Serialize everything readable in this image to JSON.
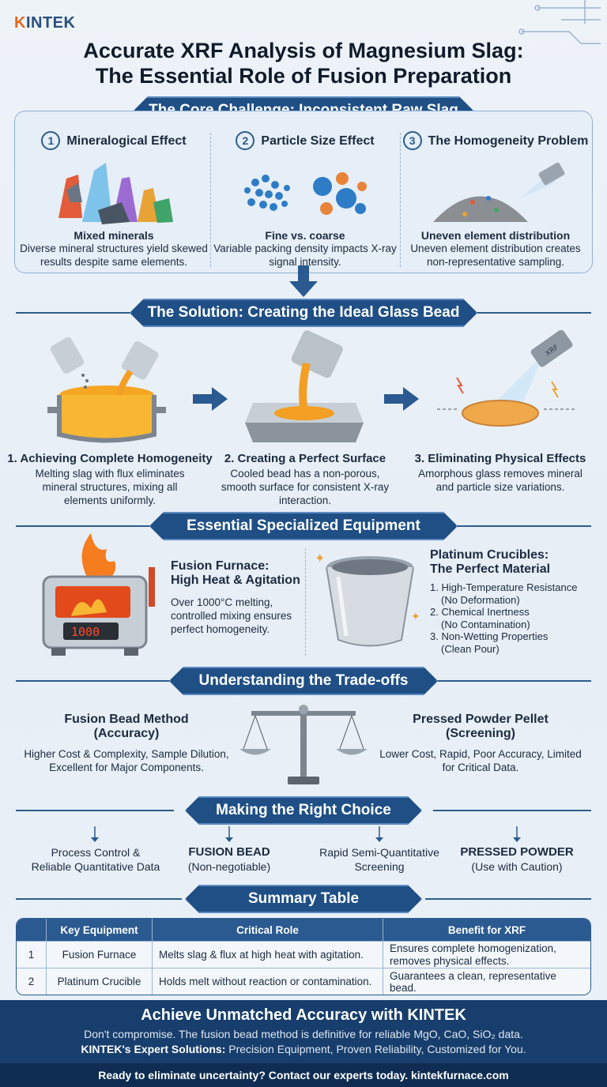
{
  "brand": {
    "logo": "KINTEK"
  },
  "title": {
    "line1": "Accurate XRF Analysis of Magnesium Slag:",
    "line2": "The Essential Role of Fusion Preparation"
  },
  "challenge": {
    "banner": "The Core Challenge: Inconsistent Raw Slag",
    "items": [
      {
        "num": "1",
        "title": "Mineralogical Effect",
        "sub": "Mixed minerals",
        "desc": "Diverse mineral structures yield skewed results despite same elements."
      },
      {
        "num": "2",
        "title": "Particle Size Effect",
        "sub": "Fine vs. coarse",
        "desc": "Variable packing density impacts X-ray signal intensity."
      },
      {
        "num": "3",
        "title": "The Homogeneity Problem",
        "sub": "Uneven element distribution",
        "desc": "Uneven element distribution creates non-representative sampling."
      }
    ]
  },
  "solution": {
    "banner": "The Solution: Creating the Ideal Glass Bead",
    "xrf_label": "XRF",
    "steps": [
      {
        "title": "1. Achieving Complete Homogeneity",
        "desc": "Melting slag with flux eliminates mineral structures, mixing all elements uniformly."
      },
      {
        "title": "2. Creating a Perfect Surface",
        "desc": "Cooled bead has a non-porous, smooth surface for consistent X-ray interaction."
      },
      {
        "title": "3. Eliminating Physical Effects",
        "desc": "Amorphous glass removes mineral and particle size variations."
      }
    ]
  },
  "equipment": {
    "banner": "Essential Specialized Equipment",
    "furnace": {
      "title_line1": "Fusion Furnace:",
      "title_line2": "High Heat & Agitation",
      "desc": "Over 1000°C melting, controlled mixing ensures perfect homogeneity.",
      "display": "1000"
    },
    "crucible": {
      "title_line1": "Platinum Crucibles:",
      "title_line2": "The Perfect Material",
      "props": [
        {
          "label": "1. High-Temperature Resistance",
          "note": "(No Deformation)"
        },
        {
          "label": "2. Chemical Inertness",
          "note": "(No Contamination)"
        },
        {
          "label": "3. Non-Wetting Properties",
          "note": "(Clean Pour)"
        }
      ]
    }
  },
  "tradeoffs": {
    "banner": "Understanding the Trade-offs",
    "left": {
      "title": "Fusion Bead Method",
      "sub": "(Accuracy)",
      "desc": "Higher Cost & Complexity, Sample Dilution, Excellent for Major Components."
    },
    "right": {
      "title": "Pressed Powder Pellet",
      "sub": "(Screening)",
      "desc": "Lower Cost, Rapid, Poor Accuracy, Limited for Critical Data."
    }
  },
  "choice": {
    "banner": "Making the Right Choice",
    "items": [
      {
        "line1": "Process Control &",
        "line2": "Reliable Quantitative Data",
        "bold": false
      },
      {
        "line1": "FUSION BEAD",
        "line2": "(Non-negotiable)",
        "bold": true
      },
      {
        "line1": "Rapid Semi-Quantitative",
        "line2": "Screening",
        "bold": false
      },
      {
        "line1": "PRESSED POWDER",
        "line2": "(Use with Caution)",
        "bold": true
      }
    ]
  },
  "summary": {
    "banner": "Summary Table",
    "headers": [
      "",
      "Key Equipment",
      "Critical Role",
      "Benefit for XRF"
    ],
    "rows": [
      [
        "1",
        "Fusion Furnace",
        "Melts slag & flux at high heat with agitation.",
        "Ensures complete homogenization, removes physical effects."
      ],
      [
        "2",
        "Platinum Crucible",
        "Holds melt without reaction or contamination.",
        "Guarantees a clean, representative bead."
      ]
    ]
  },
  "footer": {
    "headline": "Achieve Unmatched Accuracy with KINTEK",
    "line1": "Don't compromise. The fusion bead method is definitive for reliable MgO, CaO, SiO₂ data.",
    "line2_bold": "KINTEK's Expert Solutions:",
    "line2_rest": " Precision Equipment, Proven Reliability, Customized for You.",
    "cta": "Ready to eliminate uncertainty? Contact our experts today. kintekfurnace.com"
  },
  "colors": {
    "primary": "#1f4f85",
    "accent": "#e06a1b",
    "panel": "#e6eef7"
  }
}
